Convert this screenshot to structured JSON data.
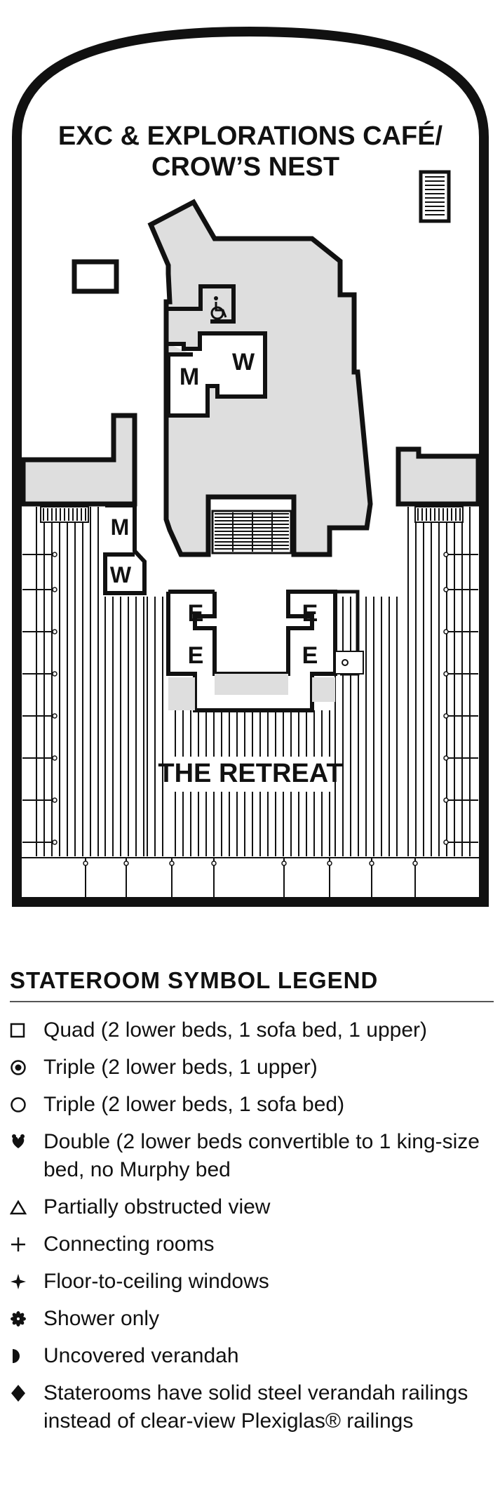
{
  "plan": {
    "labels": {
      "cafe_line1": "EXC & EXPLORATIONS CAFÉ/",
      "cafe_line2": "CROW’S NEST",
      "retreat": "THE RETREAT"
    },
    "room_codes": {
      "men": "M",
      "women": "W",
      "elevator": "E"
    },
    "icons": [
      "accessible-restroom-icon",
      "stairs-icon",
      "elevator-icon"
    ],
    "colors": {
      "wall": "#111111",
      "area_fill": "#dedede",
      "background": "#ffffff"
    }
  },
  "legend": {
    "title": "STATEROOM SYMBOL LEGEND",
    "items": [
      {
        "icon": "square-outline-icon",
        "text": "Quad (2 lower beds, 1 sofa bed, 1 upper)"
      },
      {
        "icon": "circle-dot-icon",
        "text": "Triple (2 lower beds, 1 upper)"
      },
      {
        "icon": "circle-outline-icon",
        "text": "Triple (2 lower beds, 1 sofa bed)"
      },
      {
        "icon": "double-bed-icon",
        "text": "Double (2 lower beds convertible to 1 king-size bed, no Murphy bed"
      },
      {
        "icon": "triangle-outline-icon",
        "text": "Partially obstructed view"
      },
      {
        "icon": "plus-icon",
        "text": "Connecting rooms"
      },
      {
        "icon": "four-point-star-icon",
        "text": "Floor-to-ceiling windows"
      },
      {
        "icon": "asterisk-icon",
        "text": "Shower only"
      },
      {
        "icon": "half-circle-icon",
        "text": "Uncovered verandah"
      },
      {
        "icon": "diamond-icon",
        "text": "Staterooms have solid steel verandah railings instead of clear-view Plexiglas® railings"
      }
    ]
  }
}
